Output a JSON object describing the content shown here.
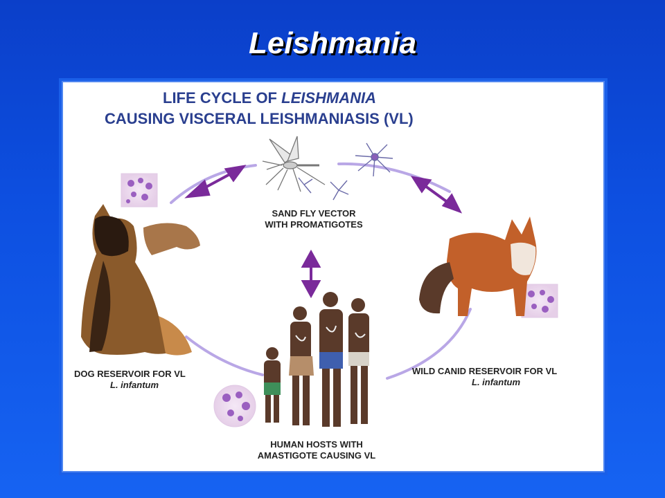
{
  "slide": {
    "title": "Leishmania"
  },
  "diagram": {
    "heading": {
      "line1_prefix": "LIFE CYCLE OF ",
      "line1_italic": "LEISHMANIA",
      "line2": "CAUSING VISCERAL LEISHMANIASIS (VL)"
    },
    "nodes": {
      "sandfly": {
        "line1": "SAND FLY VECTOR",
        "line2": "WITH PROMATIGOTES"
      },
      "dog": {
        "line1": "DOG RESERVOIR FOR VL",
        "line2": "L. infantum"
      },
      "fox": {
        "line1": "WILD CANID RESERVOIR FOR VL",
        "line2": "L. infantum"
      },
      "human": {
        "line1": "HUMAN HOSTS WITH",
        "line2": "AMASTIGOTE CAUSING VL"
      }
    },
    "colors": {
      "arrow": "#7a2a9a",
      "cycle_line": "#b9a7e6",
      "heading": "#2a3f8f",
      "cell": "#9a5fc0"
    }
  }
}
